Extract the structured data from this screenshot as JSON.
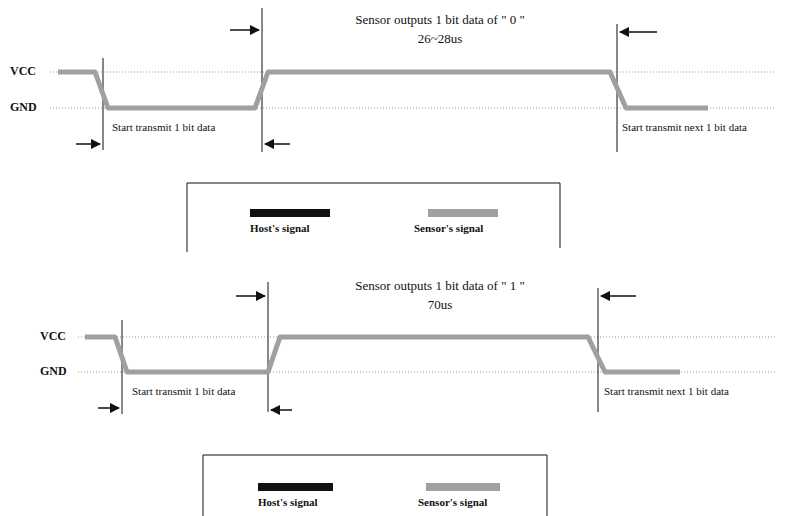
{
  "diagram": {
    "labels": [
      "Sensor outputs 1 bit data of \" 0 \"",
      "26~28us",
      "VCC",
      "GND",
      "Start transmit 1 bit data",
      "Start transmit next 1 bit data",
      "Sensor outputs 1 bit data of \" 1 \"",
      "70us",
      "VCC",
      "GND",
      "Start transmit 1 bit data",
      "Start transmit next 1 bit data"
    ],
    "legend": [
      {
        "text": "Host's signal",
        "color": "#111111"
      },
      {
        "text": "Sensor's signal",
        "color": "#a0a0a0"
      },
      {
        "text": "Host's signal",
        "color": "#111111"
      },
      {
        "text": "Sensor's signal",
        "color": "#a0a0a0"
      }
    ]
  }
}
